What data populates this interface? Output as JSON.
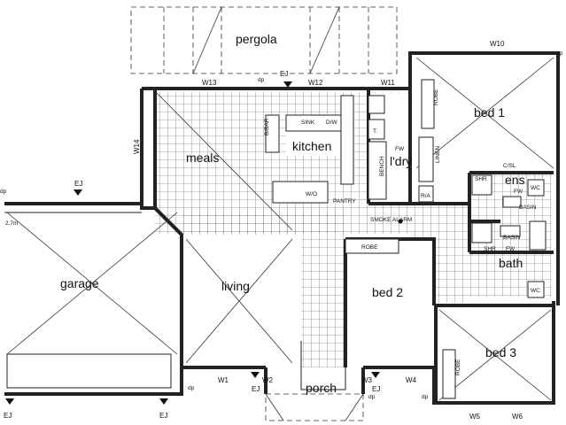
{
  "rooms": {
    "pergola": "pergola",
    "bed1": "bed 1",
    "meals": "meals",
    "kitchen": "kitchen",
    "ldry": "l'dry",
    "ens": "ens",
    "garage": "garage",
    "living": "living",
    "bed2": "bed 2",
    "bath": "bath",
    "bed3": "bed 3",
    "porch": "porch"
  },
  "windows": {
    "w10": "W10",
    "w13": "W13",
    "w12": "W12",
    "w11": "W11",
    "w14": "W14",
    "w1": "W1",
    "w2": "W2",
    "w3": "W3",
    "w4": "W4",
    "w5": "W5",
    "w6": "W6"
  },
  "joints": [
    "EJ",
    "EJ",
    "EJ",
    "EJ",
    "EJ",
    "EJ"
  ],
  "downpipes": [
    "dp",
    "dp",
    "dp",
    "dp",
    "dp",
    "dp"
  ],
  "fixtures": {
    "bbar": "B/BAR",
    "sink": "SINK",
    "dw": "D/W",
    "wo": "W/O",
    "pantry": "PANTRY",
    "t": "T.",
    "fw": "FW",
    "bench": "BENCH",
    "linen": "LINEN",
    "ra": "R/A",
    "robe": "ROBE",
    "smoke_alarm": "SMOKE ALARM",
    "shr": "SHR",
    "wc": "WC",
    "basin": "BASIN",
    "csl": "C/SL",
    "dim": "2.7m"
  }
}
